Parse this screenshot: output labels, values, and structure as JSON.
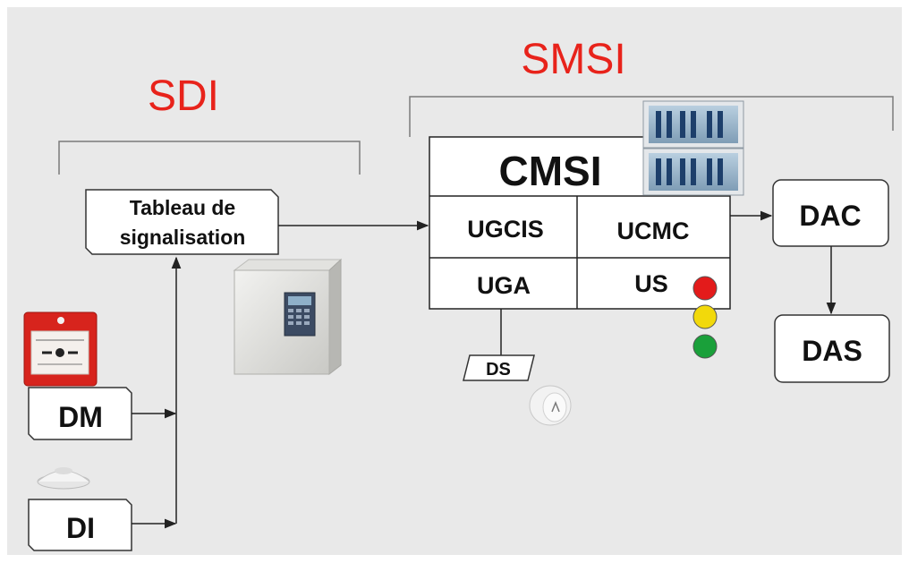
{
  "colors": {
    "background": "#e9e9e9",
    "title_red": "#e8231b",
    "light_red": "#e31b1b",
    "light_yellow": "#f2d90b",
    "light_green": "#1aa03a"
  },
  "titles": {
    "sdi": "SDI",
    "smsi": "SMSI"
  },
  "tableau": {
    "line1": "Tableau de",
    "line2": "signalisation"
  },
  "cmsi": {
    "title": "CMSI",
    "cells": {
      "ugcis": "UGCIS",
      "ucmc": "UCMC",
      "uga": "UGA",
      "us": "US"
    }
  },
  "boxes": {
    "dac": "DAC",
    "das": "DAS",
    "dm": "DM",
    "di": "DI",
    "ds": "DS"
  },
  "icons": {
    "call_point": "manual-call-point-icon",
    "detector": "smoke-detector-icon",
    "panel": "fire-alarm-panel-icon",
    "cmsi_racks": "cmsi-rack-units-icon",
    "sounder": "sounder-icon",
    "lights": "traffic-light-icon"
  }
}
